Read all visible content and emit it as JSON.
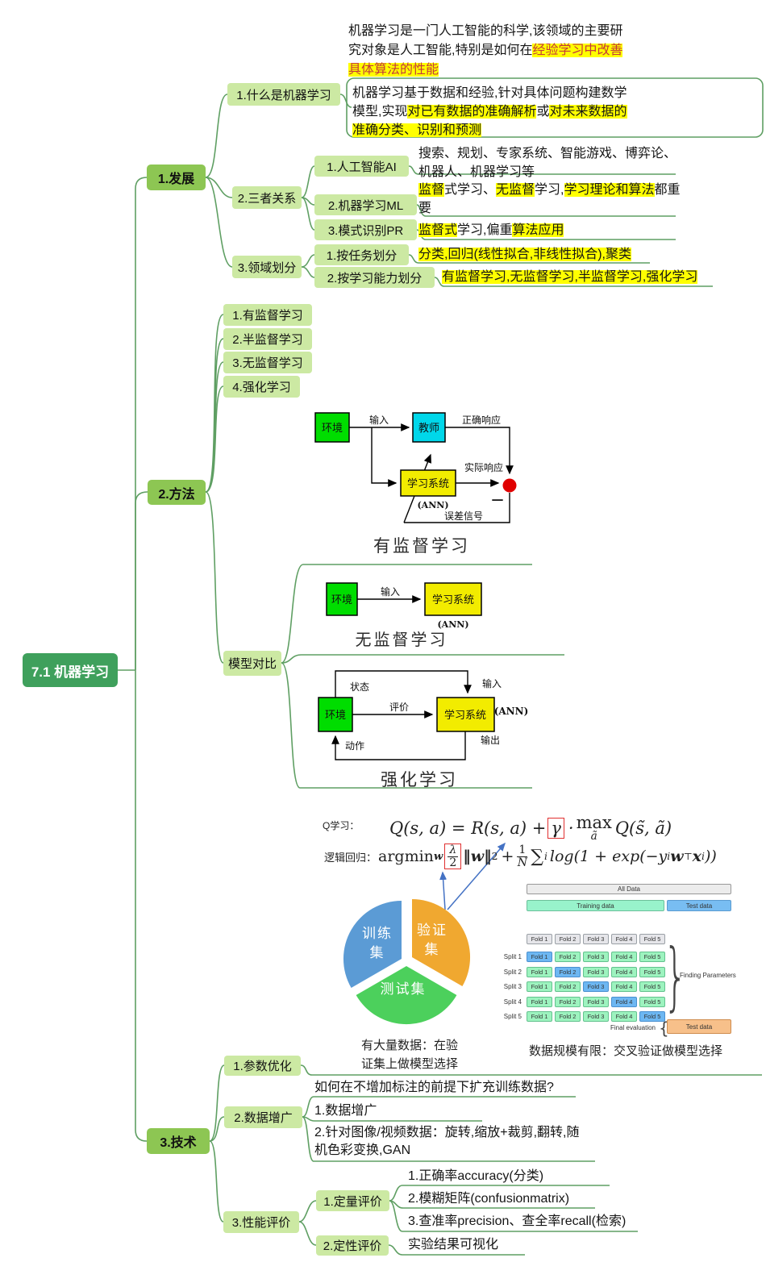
{
  "root_label": "7.1 机器学习",
  "branch1": {
    "label": "1.发展",
    "what": {
      "label": "1.什么是机器学习",
      "note1": {
        "pre": "机器学习是一门人工智能的科学,该领域的主要研究对象是人工智能,特别是如何在",
        "hl1": "经验学习中",
        "hl2": "改善具体算法的性能"
      },
      "note2": {
        "pre": "机器学习基于数据和经验,针对具体问题构建数学模型,实现",
        "hl1": "对已有数据的准确解析",
        "mid": "或",
        "hl2": "对未来数据的准确分类、识别和预测"
      }
    },
    "relation": {
      "label": "2.三者关系",
      "ai": {
        "label": "1.人工智能AI",
        "text": "搜索、规划、专家系统、智能游戏、博弈论、机器人、机器学习等"
      },
      "ml": {
        "label": "2.机器学习ML",
        "hl1": "监督",
        "t1": "式学习、",
        "hl2": "无监督",
        "t2": "学习,",
        "hl3": "学习理论和算法",
        "t3": "都重要"
      },
      "pr": {
        "label": "3.模式识别PR",
        "hl1": "监督式",
        "t1": "学习,偏重",
        "hl2": "算法应用"
      }
    },
    "field": {
      "label": "3.领域划分",
      "task": {
        "label": "1.按任务划分",
        "hl": "分类,回归(线性拟合,非线性拟合),聚类"
      },
      "ability": {
        "label": "2.按学习能力划分",
        "hl": "有监督学习,无监督学习,半监督学习,强化学习"
      }
    }
  },
  "branch2": {
    "label": "2.方法",
    "methods": [
      "1.有监督学习",
      "2.半监督学习",
      "3.无监督学习",
      "4.强化学习"
    ],
    "compare": {
      "label": "模型对比",
      "supervised": {
        "env": "环境",
        "input": "输入",
        "teacher": "教师",
        "correct": "正确响应",
        "actual": "实际响应",
        "system": "学习系统",
        "ann": "(ANN)",
        "minus": "—",
        "error": "误差信号",
        "caption": "有监督学习"
      },
      "unsupervised": {
        "env": "环境",
        "input": "输入",
        "system": "学习系统",
        "ann": "(ANN)",
        "caption": "无监督学习"
      },
      "reinforcement": {
        "env": "环境",
        "state": "状态",
        "input": "输入",
        "eval": "评价",
        "system": "学习系统",
        "ann": "(ANN)",
        "output": "输出",
        "action": "动作",
        "caption": "强化学习"
      }
    }
  },
  "branch3": {
    "label": "3.技术",
    "param": {
      "label": "1.参数优化",
      "pie": {
        "s1a": "训练",
        "s1b": "集",
        "s2a": "验证",
        "s2b": "集",
        "s3": "测试集"
      },
      "cv": {
        "all": "All Data",
        "training": "Training data",
        "test": "Test data",
        "folds": [
          "Fold 1",
          "Fold 2",
          "Fold 3",
          "Fold 4",
          "Fold 5"
        ],
        "splits": [
          "Split 1",
          "Split 2",
          "Split 3",
          "Split 4",
          "Split 5"
        ],
        "finding": "Finding Parameters",
        "final": "Final evaluation",
        "final_test": "Test data"
      },
      "caption_left": "有大量数据：在验证集上做模型选择",
      "caption_right": "数据规模有限：交叉验证做模型选择"
    },
    "augment": {
      "label": "2.数据增广",
      "q": "如何在不增加标注的前提下扩充训练数据?",
      "item1": "1.数据增广",
      "item2": "2.针对图像/视频数据：旋转,缩放+裁剪,翻转,随机色彩变换,GAN"
    },
    "perf": {
      "label": "3.性能评价",
      "quant": {
        "label": "1.定量评价",
        "i1": "1.正确率accuracy(分类)",
        "i2": "2.模糊矩阵(confusionmatrix)",
        "i3": "3.查准率precision、查全率recall(检索)"
      },
      "qual": {
        "label": "2.定性评价",
        "text": "实验结果可视化"
      }
    }
  },
  "formulas": {
    "q_label": "Q学习：",
    "q1": "Q(s, a) = R(s, a) +",
    "q_gamma": "γ",
    "q_dot": "·",
    "q_max": "max",
    "q_max_sub": "ã",
    "q2": "Q(s̃, ã)",
    "l_label": "逻辑回归：",
    "l_argmin": "argmin",
    "l_argmin_sub": "w",
    "l_lambda": "λ",
    "l_two": "2",
    "l_norm": "‖w‖",
    "l_norm_sup": "2",
    "l_plus": "+",
    "l_one": "1",
    "l_N": "N",
    "l_sum": "∑",
    "l_sum_sub": "i",
    "l_log": "log(1 + exp(−y",
    "l_yi_sub": "i",
    "l_w": "w",
    "l_T": "⊤",
    "l_x": "x",
    "l_x_sub": "i",
    "l_close": "))"
  }
}
